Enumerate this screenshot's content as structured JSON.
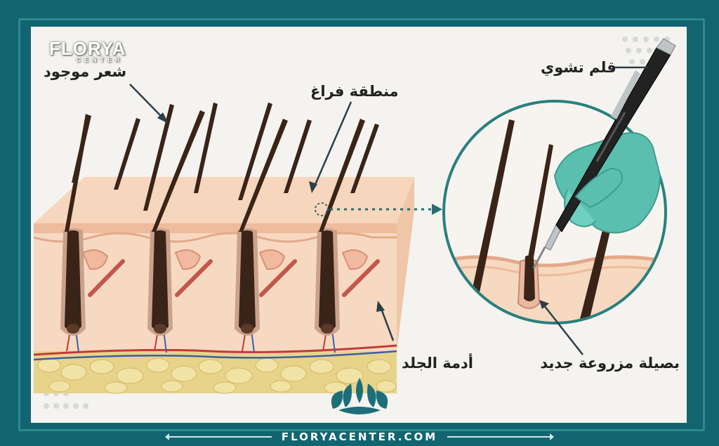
{
  "logo": {
    "name": "FLORYA",
    "sub": "CENTER"
  },
  "labels": {
    "existing_hair": "شعر موجود",
    "empty_area": "منطقة فراغ",
    "pen": "قلم تشوي",
    "dermis": "أدمة الجلد",
    "new_graft": "بصيلة مزروعة جديدة"
  },
  "footer": {
    "website": "FLORYACENTER.COM"
  },
  "colors": {
    "frame": "#126570",
    "panel": "#f5f3ef",
    "skin": "#f3cfb3",
    "hair": "#3a2418",
    "glove": "#5bbfb0",
    "fat": "#e8d38a"
  },
  "icons": [
    "florya-lotus-logo-icon",
    "chevron-left-icon",
    "chevron-right-icon"
  ]
}
